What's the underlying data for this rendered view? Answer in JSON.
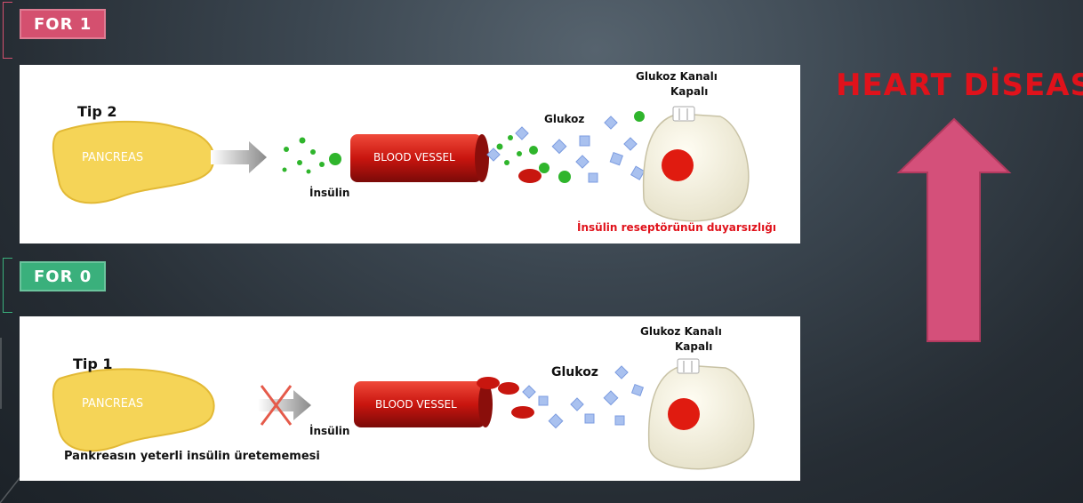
{
  "tags": {
    "top": "FOR 1",
    "bottom": "FOR 0"
  },
  "right_title": "HEART DİSEASE",
  "colors": {
    "pink": "#d4506f",
    "green": "#3ab07c",
    "red_text": "#e0121b",
    "arrow": "#d4507a"
  },
  "panel_type2": {
    "title": "Tip 2",
    "organ_label": "PANCREAS",
    "vessel_label": "BLOOD VESSEL",
    "insulin_label": "İnsülin",
    "glucose_label": "Glukoz",
    "channel_label_1": "Glukoz Kanalı",
    "channel_label_2": "Kapalı",
    "note": "İnsülin reseptörünün duyarsızlığı"
  },
  "panel_type1": {
    "title": "Tip 1",
    "organ_label": "PANCREAS",
    "vessel_label": "BLOOD VESSEL",
    "insulin_label": "İnsülin",
    "glucose_label": "Glukoz",
    "channel_label_1": "Glukoz Kanalı",
    "channel_label_2": "Kapalı",
    "note": "Pankreasın yeterli insülin üretememesi"
  }
}
